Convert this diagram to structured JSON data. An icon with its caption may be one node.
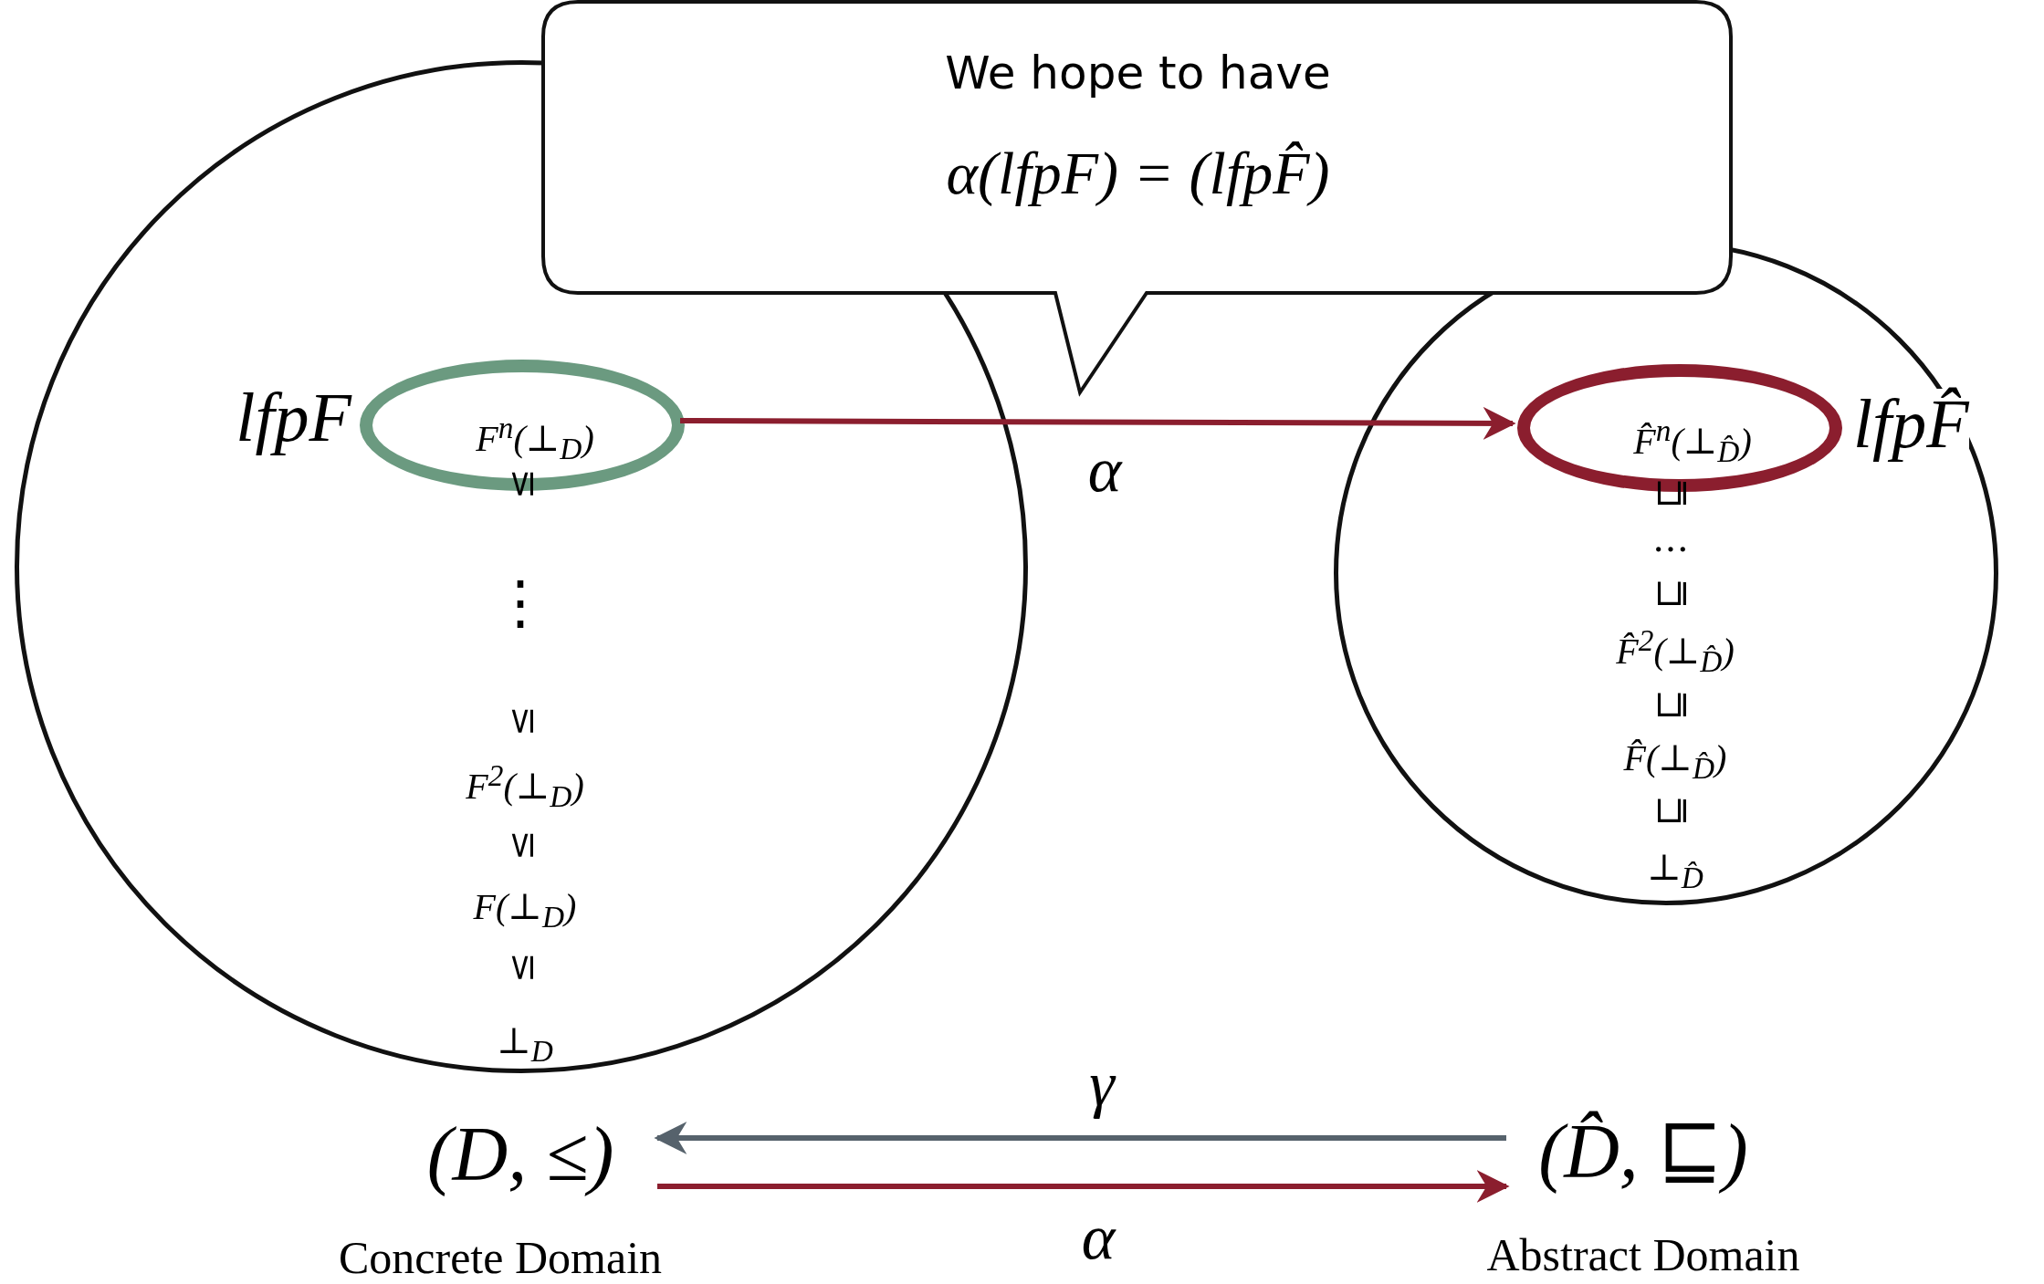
{
  "diagram": {
    "nodes": [
      {
        "text": [
          "We hope to have",
          "α(lfpF) = (lfpF̂)"
        ]
      },
      {
        "text": [],
        "shape": "circle"
      },
      {
        "text": [
          "F$^{n}$(⊥$_{D}$)"
        ],
        "beside": [
          "lfpF"
        ],
        "in": 1
      },
      {
        "text": [
          "F$^{2}$(⊥$_{D}$)"
        ],
        "in": 1
      },
      {
        "text": [
          "F(⊥$_{D}$)"
        ],
        "in": 1
      },
      {
        "text": [
          "⊥$_{D}$"
        ],
        "in": 1
      },
      {
        "text": [],
        "shape": "circle"
      },
      {
        "text": [
          "F̂$^{n}$(⊥$_{D̂}$)"
        ],
        "beside": [
          "lfpF̂"
        ],
        "in": 6
      },
      {
        "text": [
          "F̂$^{2}$(⊥$_{D̂}$)"
        ],
        "in": 6
      },
      {
        "text": [
          "F̂(⊥$_{D̂}$)"
        ],
        "in": 6
      },
      {
        "text": [
          "⊥$_{D̂}$"
        ],
        "in": 6
      },
      {
        "text": [
          "(D, ≤)"
        ],
        "beside": [
          "Concrete Domain"
        ]
      },
      {
        "text": [
          "(D̂, ⊑)"
        ],
        "beside": [
          "Abstract Domain"
        ]
      }
    ],
    "edges": [
      {
        "from": 2,
        "to": 7,
        "arrow": "to",
        "label": "α"
      },
      {
        "from": 12,
        "to": 11,
        "arrow": "to",
        "label": "γ",
        "color": "#56626c"
      },
      {
        "from": 11,
        "to": 12,
        "arrow": "to",
        "label": "α"
      }
    ],
    "labels": [
      "≤",
      "⋮",
      "≤",
      "≤",
      "≤",
      "⊑",
      "…",
      "⊑",
      "⊑",
      "⊑"
    ]
  }
}
